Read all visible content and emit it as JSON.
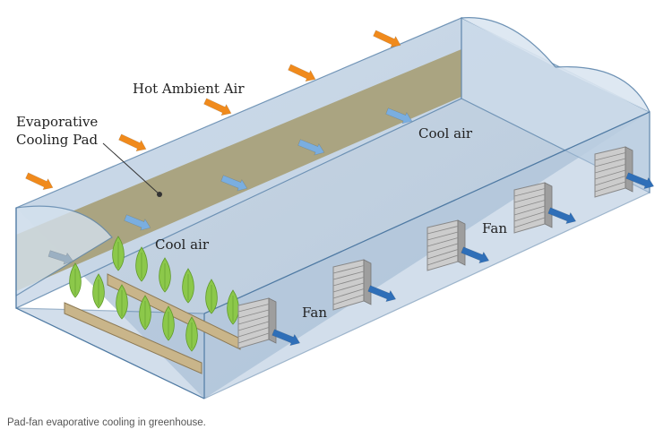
{
  "labels": {
    "hot_air": "Hot Ambient Air",
    "pad_line1": "Evaporative",
    "pad_line2": "Cooling Pad",
    "cool_air_top": "Cool air",
    "cool_air_left": "Cool air",
    "fan_right": "Fan",
    "fan_left": "Fan"
  },
  "caption": "Pad-fan evaporative cooling in greenhouse.",
  "colors": {
    "hot_arrow": "#f08a1c",
    "cool_arrow": "#7aaee0",
    "exhaust_arrow": "#2f6fb8",
    "pad": "#a79f78",
    "plant": "#8cc84a",
    "fan": "#cccccc",
    "glass": "#cad9ea"
  }
}
